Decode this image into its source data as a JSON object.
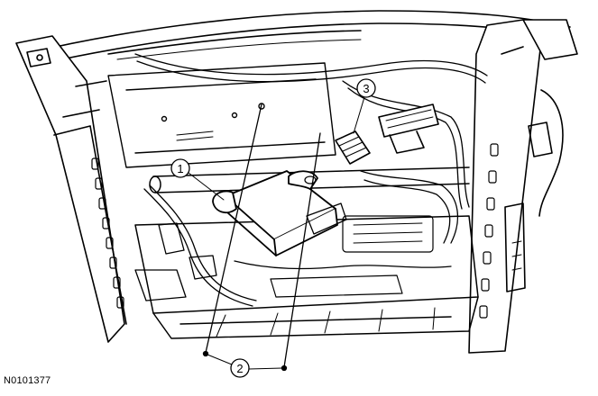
{
  "figure": {
    "id_label": "N0101377"
  },
  "callouts": [
    {
      "number": "1"
    },
    {
      "number": "2"
    },
    {
      "number": "3"
    }
  ]
}
